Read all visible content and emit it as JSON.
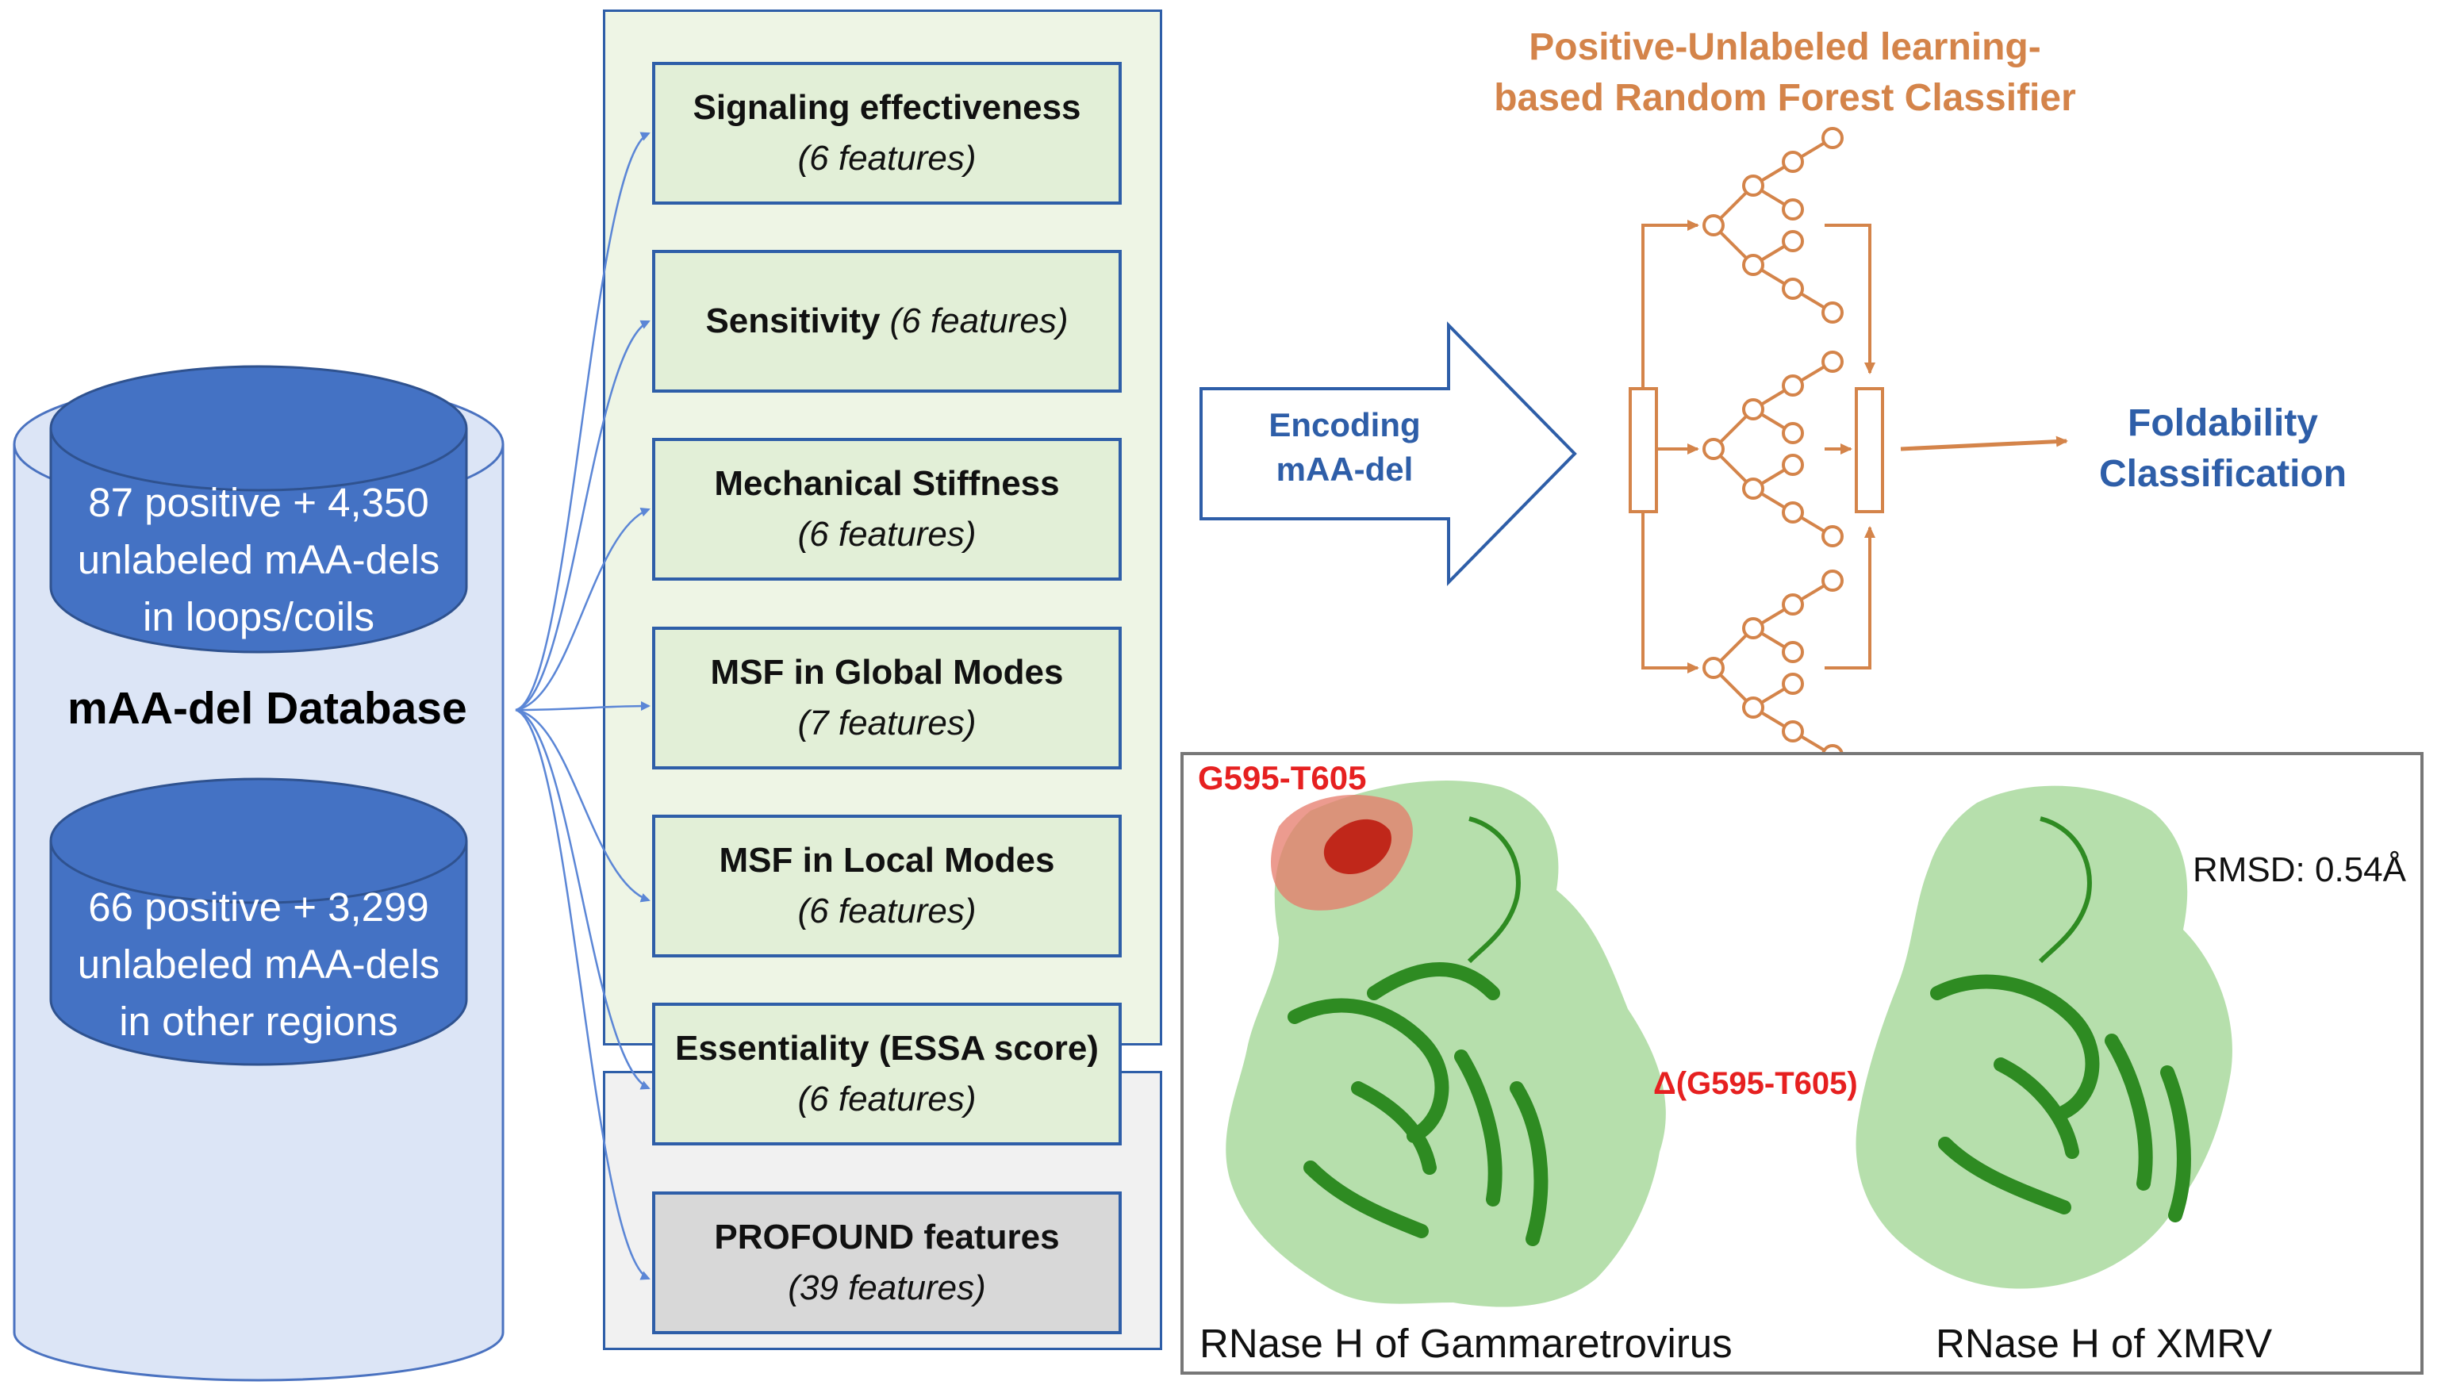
{
  "database": {
    "title": "mAA-del Database",
    "top_cylinder": [
      "87 positive + 4,350",
      "unlabeled mAA-dels",
      "in loops/coils"
    ],
    "bottom_cylinder": [
      "66 positive + 3,299",
      "unlabeled mAA-dels",
      "in other regions"
    ]
  },
  "features": [
    {
      "title": "Signaling effectiveness",
      "sub": "(6 features)"
    },
    {
      "title": "Sensitivity",
      "sub": "(6 features)"
    },
    {
      "title": "Mechanical Stiffness",
      "sub": "(6 features)"
    },
    {
      "title": "MSF in Global Modes",
      "sub": "(7 features)"
    },
    {
      "title": "MSF in Local Modes",
      "sub": "(6 features)"
    },
    {
      "title": "Essentiality (ESSA score)",
      "sub": "(6 features)"
    },
    {
      "title": "PROFOUND features",
      "sub": "(39 features)"
    }
  ],
  "encoding_arrow": {
    "line1": "Encoding",
    "line2": "mAA-del"
  },
  "classifier": {
    "title_line1": "Positive-Unlabeled learning-",
    "title_line2": "based Random Forest Classifier"
  },
  "output": {
    "line1": "Foldability",
    "line2": "Classification"
  },
  "protein_panel": {
    "region_label": "G595-T605",
    "deletion_label": "Δ(G595-T605)",
    "rmsd_label": "RMSD: 0.54Å",
    "left_caption": "RNase H of Gammaretrovirus",
    "right_caption": "RNase H of XMRV"
  },
  "colors": {
    "blue": "#2e5ea8",
    "cylinder_blue": "#4472c4",
    "orange": "#d4844a",
    "red": "#e62020",
    "green": "#3a9a32"
  }
}
